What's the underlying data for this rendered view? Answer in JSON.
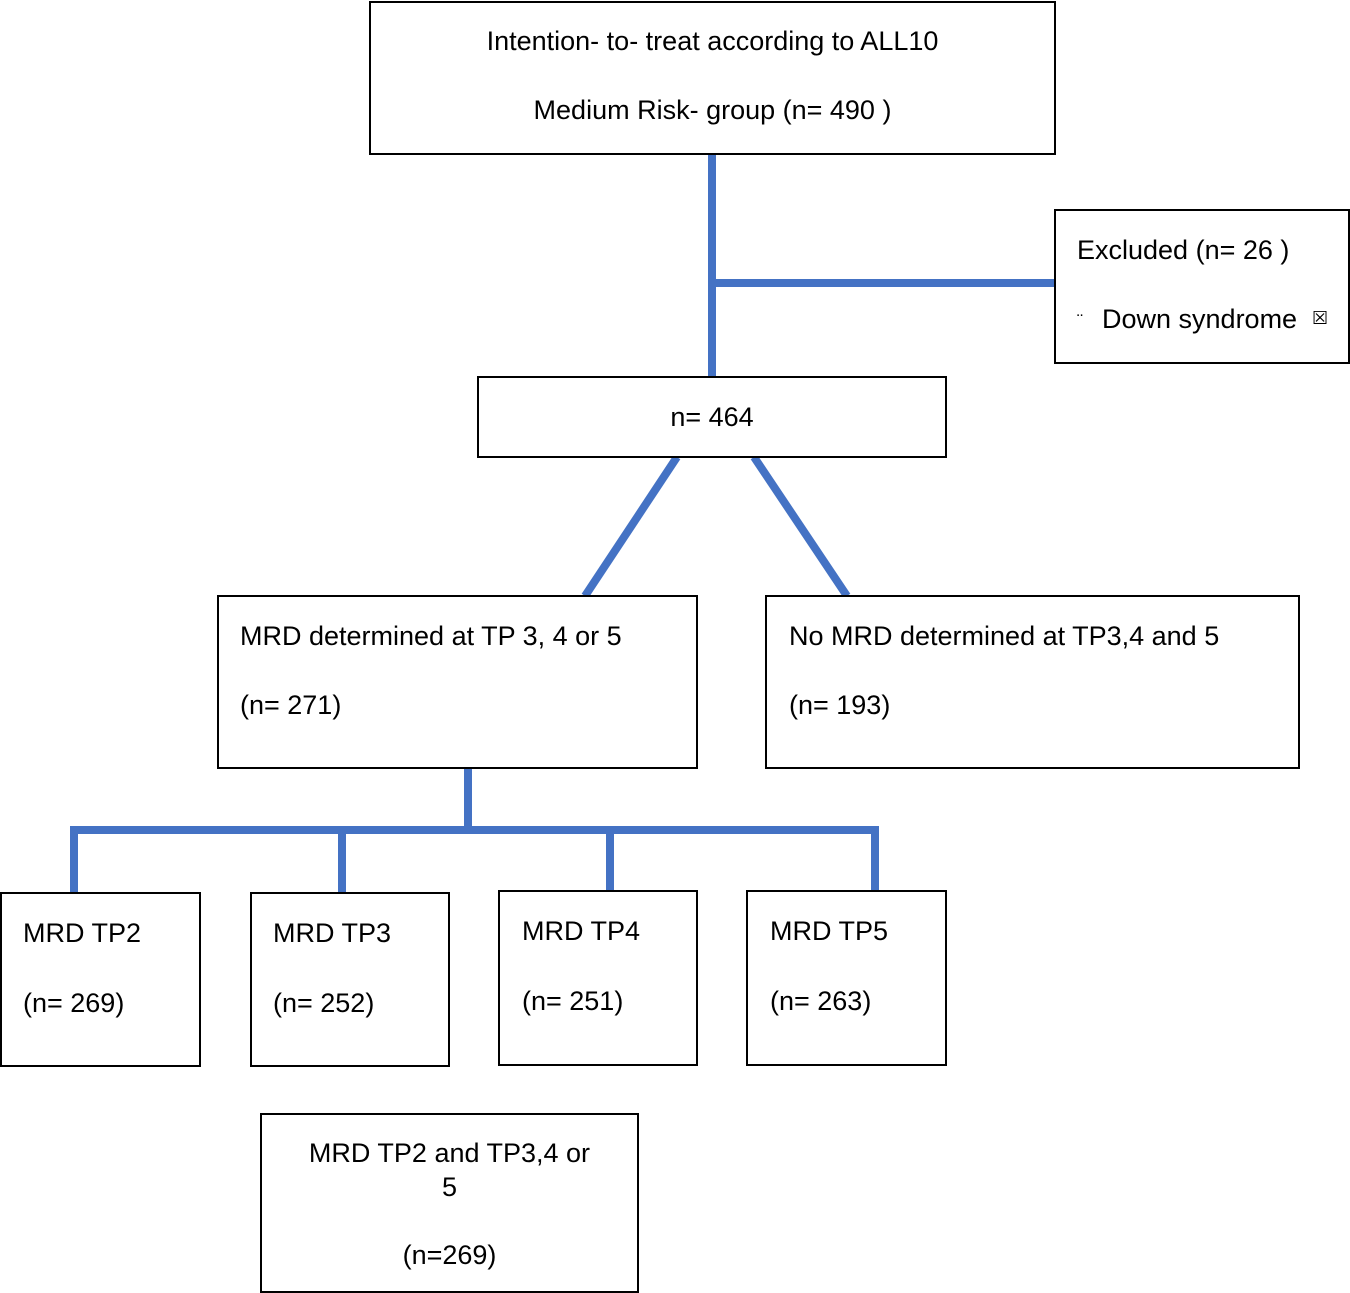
{
  "accent_color": "#4472C4",
  "itt": {
    "line1": "Intention- to- treat according to  ALL10",
    "line2": "Medium Risk- group (n= 490 )"
  },
  "excluded": {
    "title": "Excluded  (n= 26 )",
    "bullet": "¨",
    "reason": "Down syndrome",
    "trailing_glyph": "☒"
  },
  "n464": {
    "label": "n= 464"
  },
  "mrd_determined": {
    "line1": "MRD determined at TP 3, 4 or 5",
    "line2": "(n= 271)"
  },
  "no_mrd": {
    "line1": "No MRD determined at TP3,4 and 5",
    "line2": "(n= 193)"
  },
  "timepoints": [
    {
      "label": "MRD TP2",
      "count": "(n= 269)"
    },
    {
      "label": "MRD TP3",
      "count": "(n= 252)"
    },
    {
      "label": "MRD TP4",
      "count": "(n= 251)"
    },
    {
      "label": "MRD TP5",
      "count": "(n= 263)"
    }
  ],
  "combined": {
    "line1": "MRD TP2 and TP3,4 or",
    "line2": "5",
    "line3": "(n=269)"
  }
}
